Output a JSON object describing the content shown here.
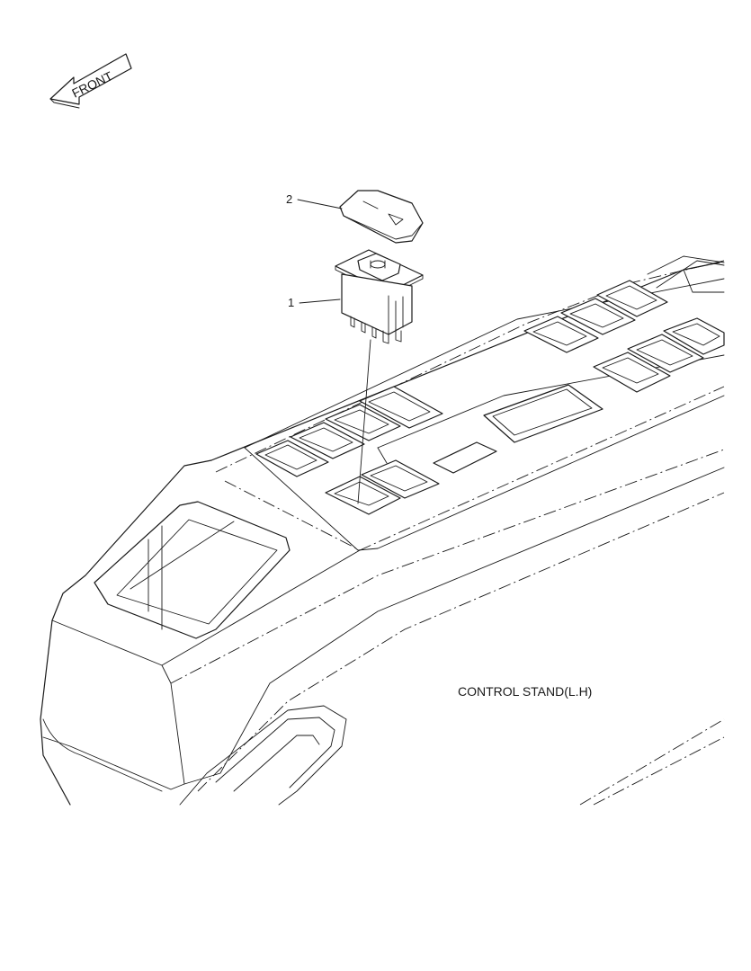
{
  "direction_indicator": {
    "label": "FRONT",
    "icon": "arrow-left-icon"
  },
  "callouts": [
    {
      "number": "1",
      "part": "switch body"
    },
    {
      "number": "2",
      "part": "switch cap"
    }
  ],
  "caption": "CONTROL STAND(L.H)"
}
